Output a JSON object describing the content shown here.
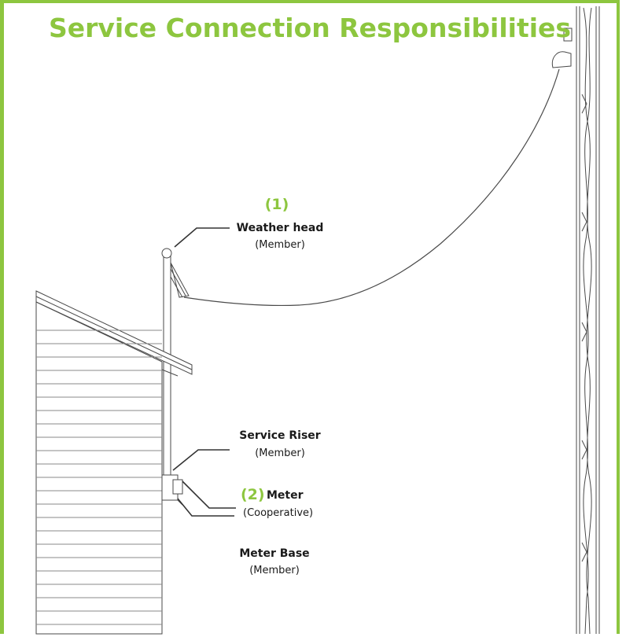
{
  "title": "Service Connection Responsibilities",
  "accent_color": "#8dc63f",
  "callouts": {
    "weather_head": {
      "number": "(1)",
      "label": "Weather head",
      "responsibility": "(Member)"
    },
    "service_riser": {
      "label": "Service Riser",
      "responsibility": "(Member)"
    },
    "meter": {
      "number": "(2)",
      "label": "Meter",
      "responsibility": "(Cooperative)"
    },
    "meter_base": {
      "label": "Meter Base",
      "responsibility": "(Member)"
    }
  }
}
